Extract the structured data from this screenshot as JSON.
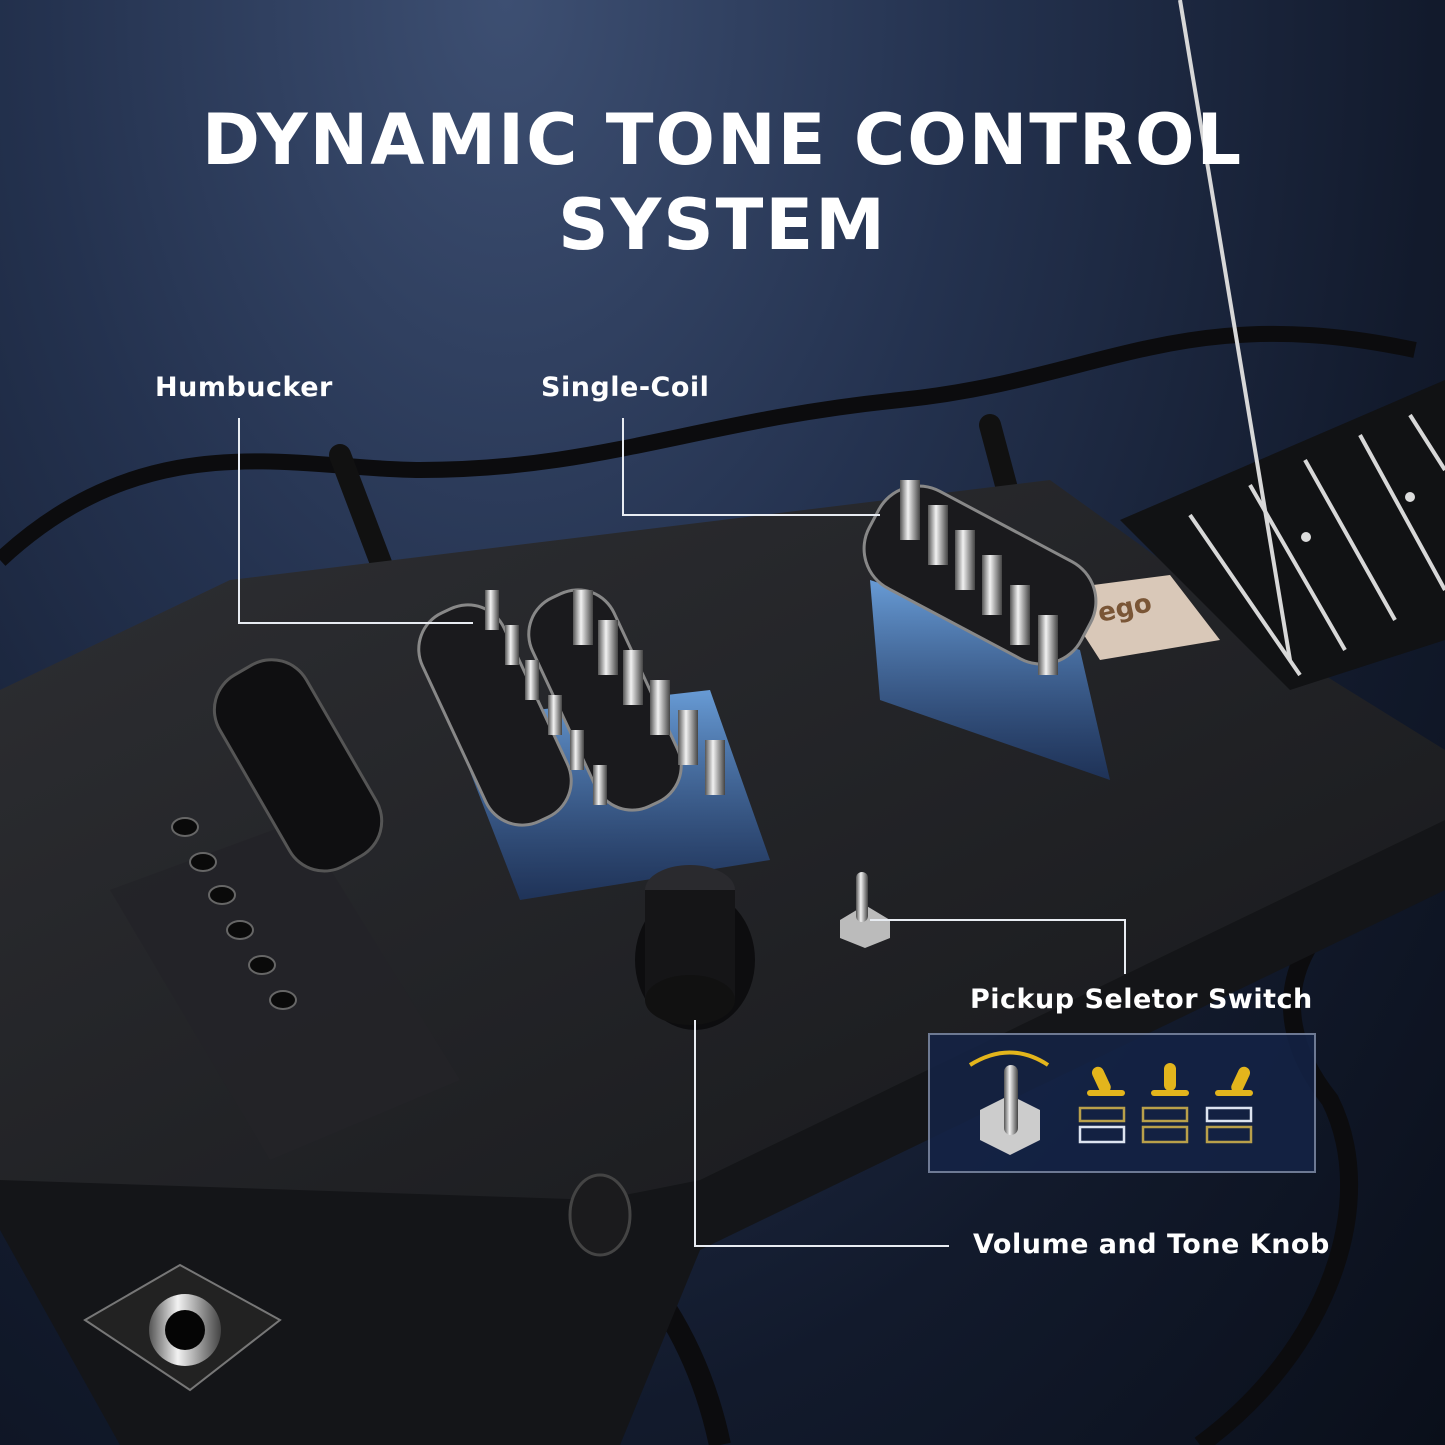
{
  "title": {
    "line1": "DYNAMIC TONE CONTROL",
    "line2": "SYSTEM"
  },
  "callouts": {
    "humbucker": "Humbucker",
    "single_coil": "Single-Coil",
    "pickup_selector": "Pickup Seletor Switch",
    "volume_tone": "Volume and Tone Knob"
  },
  "logo_text": "ego",
  "colors": {
    "accent_gold": "#e3b51c",
    "body": "#1c1d20",
    "background": "#1a2540"
  },
  "switch_positions": [
    {
      "position": "left",
      "bridge_active": false,
      "neck_active": true
    },
    {
      "position": "middle",
      "bridge_active": true,
      "neck_active": true
    },
    {
      "position": "right",
      "bridge_active": true,
      "neck_active": false
    }
  ]
}
